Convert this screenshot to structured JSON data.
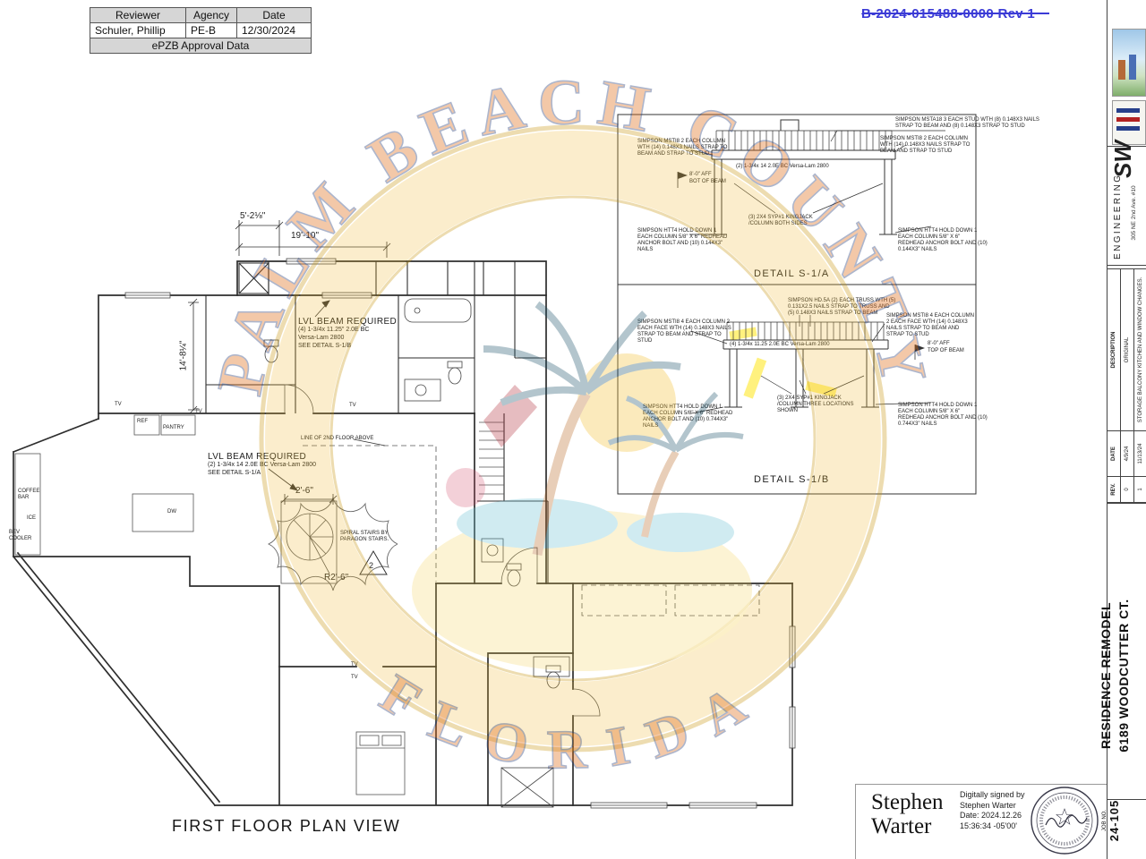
{
  "approval": {
    "col_reviewer": "Reviewer",
    "col_agency": "Agency",
    "col_date": "Date",
    "reviewer": "Schuler, Phillip",
    "agency": "PE-B",
    "date": "12/30/2024",
    "footer": "ePZB Approval Data"
  },
  "permit_number": "B-2024-015488-0000 Rev 1",
  "watermark": {
    "arc_top": "PALM BEACH COUNTY",
    "arc_bottom": "FLORIDA"
  },
  "plan": {
    "title": "FIRST FLOOR PLAN VIEW",
    "dims": {
      "top_small": "5'-2⅛\"",
      "top_large": "19'-10\"",
      "left_vertical": "14'-8¼\"",
      "stair": "2'-6\"",
      "stair_radius": "R2'-6\""
    },
    "notes": {
      "lvl_upper_1": "LVL BEAM REQUIRED",
      "lvl_upper_2": "(4) 1-3/4x 11.25\" 2.0E BC",
      "lvl_upper_3": "Versa-Lam 2800",
      "lvl_upper_4": "SEE DETAIL S-1/B",
      "lvl_lower_1": "LVL BEAM REQUIRED",
      "lvl_lower_2": "(2) 1-3/4x 14 2.0E BC Versa-Lam 2800",
      "lvl_lower_3": "SEE DETAIL S-1/A",
      "second_floor": "LINE OF 2ND FLOOR ABOVE",
      "spiral_1": "SPIRAL STAIRS BY",
      "spiral_2": "PARAGON STAIRS.",
      "triangle_marker": "2"
    },
    "rooms": {
      "ref": "REF",
      "pantry": "PANTRY",
      "dw": "DW",
      "coffee_bar": "COFFEE BAR",
      "ice": "ICE",
      "bev_cooler": "BEV COOLER",
      "tv": "TV"
    }
  },
  "details": {
    "a": {
      "label": "DETAIL S-1/A",
      "callouts": {
        "msta18": "SIMPSON MSTA18 3 EACH STUD WTH (8) 0.148X3 NAILS STRAP TO BEAM AND (8) 0.148X3 STRAP TO STUD",
        "msti8": "SIMPSON MSTI8 2 EACH COLUMN WTH (14) 0.148X3 NAILS STRAP TO BEAM AND STRAP TO STUD",
        "beam": "(2) 1-3/4x 14 2.0E BC Versa-Lam 2800",
        "aff": "8'-0\" AFF",
        "aff_sub": "BOT OF BEAM",
        "kingjack": "(3) 2X4 SYP#1 KINGJACK /COLUMN BOTH SIDES",
        "holddown": "SIMPSON HTT4 HOLD DOWN 1 EACH COLUMN 5/8\" X 6\" REDHEAD ANCHOR BOLT AND (10) 0.144X3\" NAILS"
      }
    },
    "b": {
      "label": "DETAIL S-1/B",
      "callouts": {
        "hd5a": "SIMPSON HD.5A (2) EACH TRUSS WTH (5) 0.131X2.5 NAILS STRAP TO TRUSS AND (5) 0.148X3 NAILS STRAP TO BEAM",
        "msti8": "SIMPSON MSTI8 4 EACH COLUMN 2 EACH FACE WTH (14) 0.148X3 NAILS STRAP TO BEAM AND STRAP TO STUD",
        "beam": "(4) 1-3/4x 11.25 2.0E BC Versa-Lam 2800",
        "aff": "8'-0\" AFF",
        "aff_sub": "TOP OF BEAM",
        "kingjack": "(3) 2X4 SYP#1 KINGJACK /COLUMN THREE LOCATIONS SHOWN",
        "holddown": "SIMPSON HTT4 HOLD DOWN 1 EACH COLUMN 5/8\" X 6\" REDHEAD ANCHOR BOLT AND (10) 0.744X3\" NAILS"
      }
    }
  },
  "titleblock": {
    "firm_logo": "SW",
    "firm_name": "ENGINEERING",
    "address": "305 NE 2nd Ave. #10",
    "revisions": {
      "headers": [
        "REV.",
        "DATE",
        "DESCRIPTION"
      ],
      "rows": [
        [
          "0",
          "4/9/24",
          "ORIGINAL"
        ],
        [
          "1",
          "11/13/24",
          "STORAGE BALCONY KITCHEN AND WINDOW CHANGES."
        ]
      ]
    },
    "project_line1": "RESIDENCE REMODEL",
    "project_line2": "6189 WOODCUTTER CT.",
    "job_label": "JOB NO.",
    "job_number": "24-105"
  },
  "signature": {
    "name_line1": "Stephen",
    "name_line2": "Warter",
    "digital1": "Digitally signed by",
    "digital2": "Stephen Warter",
    "digital3": "Date: 2024.12.26",
    "digital4": "15:36:34 -05'00'"
  },
  "colors": {
    "permit_blue": "#3b3bd6",
    "highlight_yellow": "#ffe400",
    "seal_orange": "#e2711d"
  }
}
